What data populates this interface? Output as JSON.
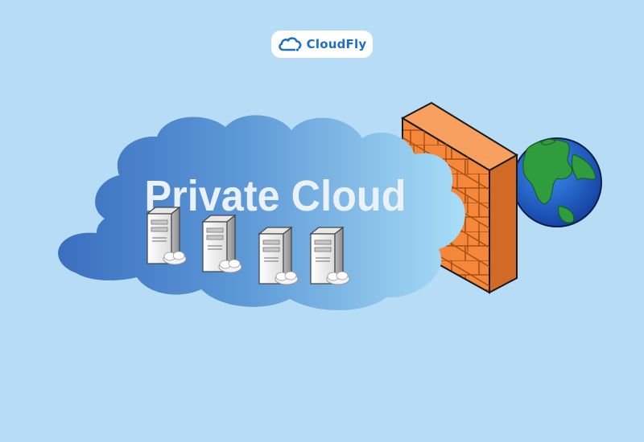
{
  "brand": {
    "name": "CloudFly",
    "logo_icon": "cloud-logo-icon",
    "color": "#1f6fc4"
  },
  "diagram": {
    "title": "Private Cloud",
    "server_count": 4,
    "icons": [
      "server-icon",
      "firewall-brick-wall-icon",
      "globe-icon"
    ],
    "colors": {
      "background": "#b6dcf6",
      "cloud_dark": "#3f78c3",
      "cloud_light": "#a6dcf6",
      "firewall": "#f5873a",
      "globe_ocean": "#1c5fd0",
      "globe_land": "#2e9b3d"
    }
  }
}
